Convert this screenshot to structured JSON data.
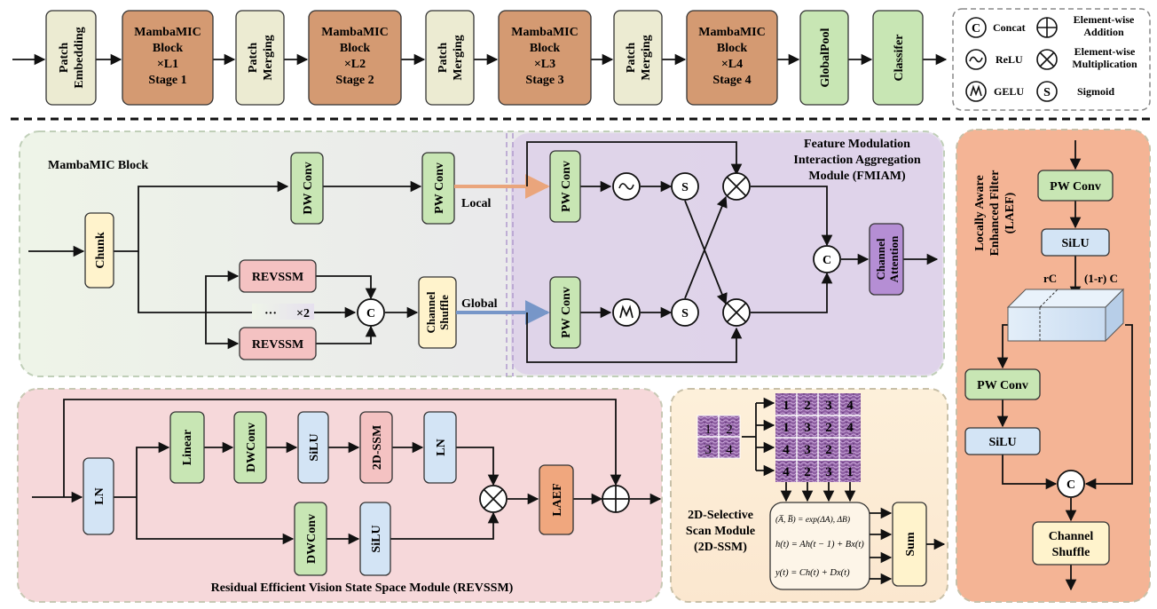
{
  "top_pipeline": {
    "patch_embedding": [
      "Patch",
      "Embedding"
    ],
    "stage1": [
      "MambaMIC",
      "Block",
      "×L1",
      "Stage 1"
    ],
    "merge1": [
      "Patch",
      "Merging"
    ],
    "stage2": [
      "MambaMIC",
      "Block",
      "×L2",
      "Stage 2"
    ],
    "merge2": [
      "Patch",
      "Merging"
    ],
    "stage3": [
      "MambaMIC",
      "Block",
      "×L3",
      "Stage 3"
    ],
    "merge3": [
      "Patch",
      "Merging"
    ],
    "stage4": [
      "MambaMIC",
      "Block",
      "×L4",
      "Stage 4"
    ],
    "global_pool": "GlobalPool",
    "classifier": "Classifer"
  },
  "legend": {
    "concat_symbol": "C",
    "concat": "Concat",
    "addition": [
      "Element-wise",
      "Addition"
    ],
    "relu": "ReLU",
    "multiplication": [
      "Element-wise",
      "Multiplication"
    ],
    "gelu": "GELU",
    "sigmoid_symbol": "S",
    "sigmoid": "Sigmoid"
  },
  "mambamic": {
    "title": "MambaMIC Block",
    "chunk": "Chunk",
    "dw_conv": "DW Conv",
    "pw_conv": "PW Conv",
    "local": "Local",
    "global": "Global",
    "revssm_top": "REVSSM",
    "revssm_bottom": "REVSSM",
    "dots": "···",
    "times2": "×2",
    "concat": "C",
    "channel_shuffle": [
      "Channel",
      "Shuffle"
    ]
  },
  "fmiam": {
    "title": [
      "Feature Modulation",
      "Interaction Aggregation",
      "Module (FMIAM)"
    ],
    "pw_conv_top": "PW Conv",
    "pw_conv_bottom": "PW Conv",
    "sigmoid_top": "S",
    "sigmoid_bottom": "S",
    "concat": "C",
    "channel_attention": [
      "Channel",
      "Attention"
    ]
  },
  "laef": {
    "title": [
      "Locally Aware",
      "Enhanced Filter",
      "(LAEF)"
    ],
    "pw_conv_top": "PW Conv",
    "silu_top": "SiLU",
    "rc": "rC",
    "one_minus_rc": "(1-r) C",
    "pw_conv_bottom": "PW Conv",
    "silu_bottom": "SiLU",
    "concat": "C",
    "channel_shuffle": [
      "Channel",
      "Shuffle"
    ]
  },
  "revssm": {
    "title": "Residual Efficient Vision State Space Module (REVSSM)",
    "ln_in": "LN",
    "linear": "Linear",
    "dwconv_top": "DWConv",
    "silu_top": "SiLU",
    "ssm": "2D-SSM",
    "ln_out": "LN",
    "dwconv_bottom": "DWConv",
    "silu_bottom": "SiLU",
    "laef": "LAEF"
  },
  "ssm2d": {
    "title": [
      "2D-Selective",
      "Scan Module",
      "(2D-SSM)"
    ],
    "grid_input": [
      "1",
      "2",
      "3",
      "4"
    ],
    "scan_rows": [
      [
        "1",
        "2",
        "3",
        "4"
      ],
      [
        "1",
        "3",
        "2",
        "4"
      ],
      [
        "4",
        "3",
        "2",
        "1"
      ],
      [
        "4",
        "2",
        "3",
        "1"
      ]
    ],
    "eq1": "(A̅, B̅) = exp(ΔA), ΔB)",
    "eq2": "h(t) = Ah(t − 1) + Bx(t)",
    "eq3": "y(t) = Ch(t) + Dx(t)",
    "sum": "Sum"
  },
  "colors": {
    "stage": "#d49a72",
    "patch": "#ecebd2",
    "conv": "#c8e6b4",
    "silu": "#d3e4f5",
    "revssm_box": "#f4c2c2",
    "chunk": "#fff3cc",
    "channel_attention": "#b58ed4",
    "laef_box": "#f0a77e",
    "local_arrow": "#eaa57c",
    "global_arrow": "#7796c8",
    "tissue": "#8a5a9c"
  }
}
